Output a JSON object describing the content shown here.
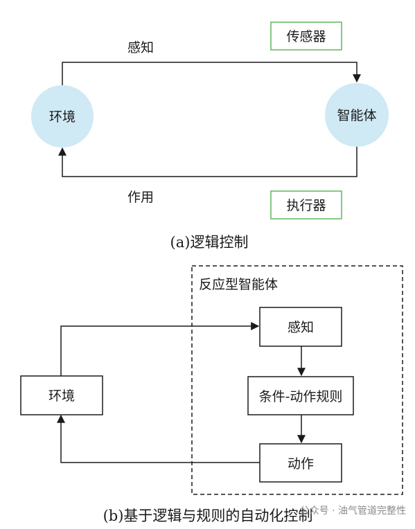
{
  "panel_a": {
    "environment": "环境",
    "agent": "智能体",
    "sense_label": "感知",
    "act_label": "作用",
    "sensor": "传感器",
    "actuator": "执行器",
    "caption": "(a)逻辑控制",
    "circle_color": "#cfe9f5",
    "box_border_color": "#5cb85c"
  },
  "panel_b": {
    "container_title": "反应型智能体",
    "environment": "环境",
    "perception": "感知",
    "rules": "条件-动作规则",
    "action": "动作",
    "caption": "(b)基于逻辑与规则的自动化控制"
  },
  "watermark": "公众号 · 油气管道完整性"
}
